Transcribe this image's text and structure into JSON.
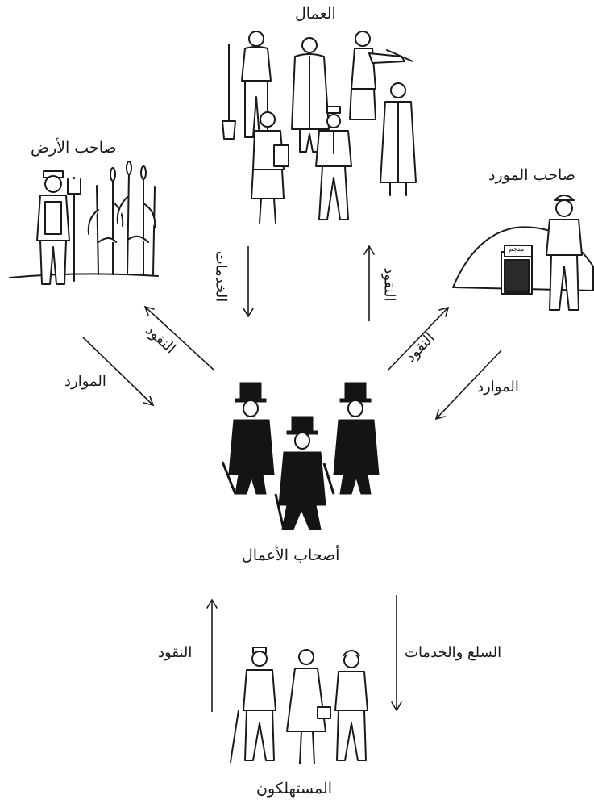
{
  "nodes": {
    "workers": "العمال",
    "landowner": "صاحب الأرض",
    "resource_owner": "صاحب المورد",
    "business_owners": "أصحاب الأعمال",
    "consumers": "المستهلكون"
  },
  "flows": {
    "services": "الخدمات",
    "money_to_workers": "النقود",
    "money_to_landowner": "النقود",
    "resources_from_land": "الموارد",
    "money_to_resource_owner": "النقود",
    "resources_from_resource_owner": "الموارد",
    "money_from_consumers": "النقود",
    "goods_and_services": "السلع والخدمات"
  },
  "signs": {
    "mine_sign": "منجم"
  }
}
